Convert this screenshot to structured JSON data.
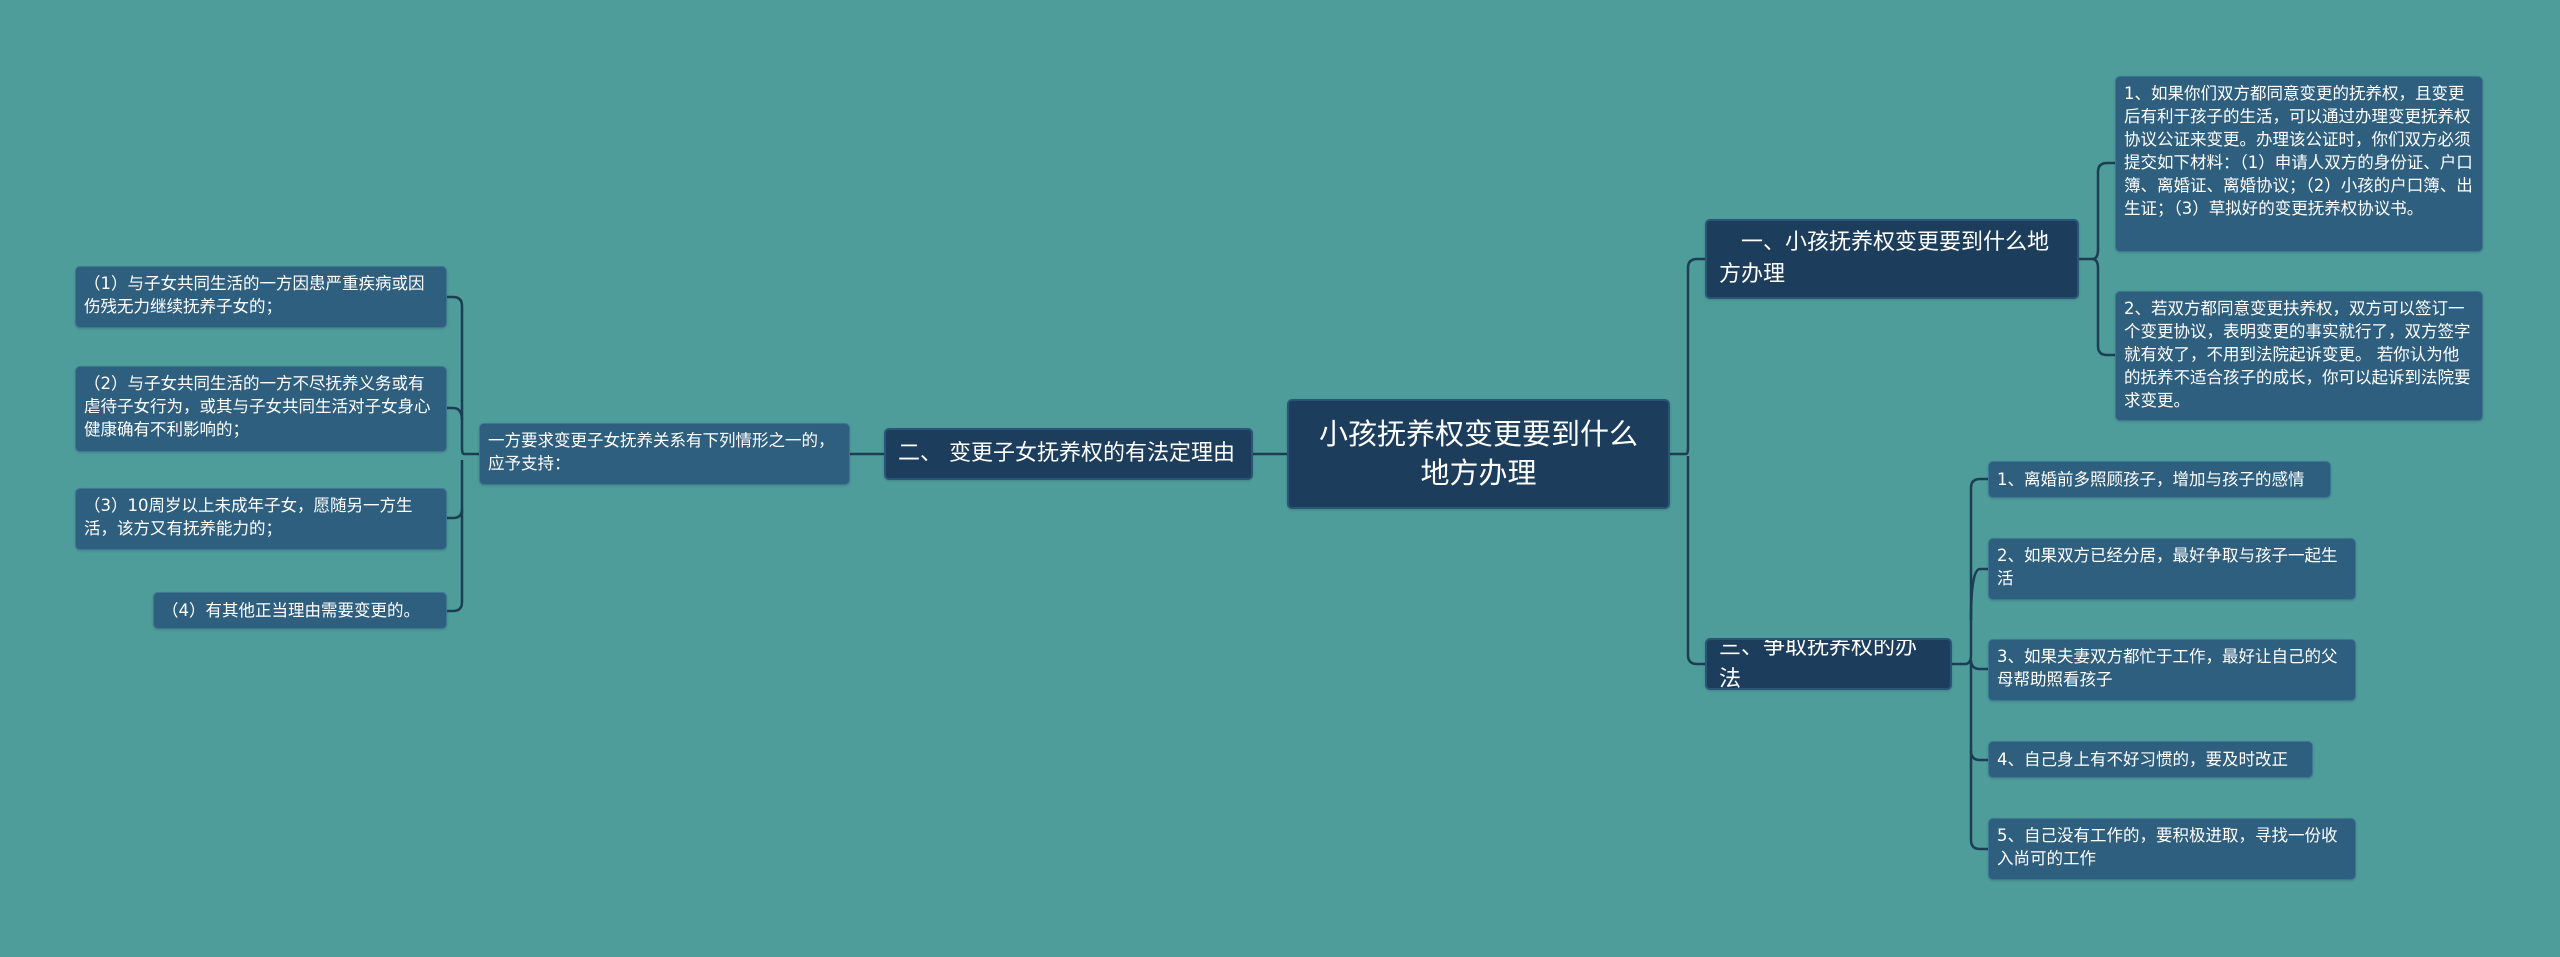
{
  "root": {
    "label": "小孩抚养权变更要到什么地方办理"
  },
  "branches": [
    {
      "label": "　一、小孩抚养权变更要到什么地方办理",
      "children": [
        "1、如果你们双方都同意变更的抚养权，且变更后有利于孩子的生活，可以通过办理变更抚养权协议公证来变更。办理该公证时，你们双方必须提交如下材料：（1）申请人双方的身份证、户口簿、离婚证、离婚协议；（2）小孩的户口簿、出生证；（3）草拟好的变更抚养权协议书。",
        "2、若双方都同意变更扶养权，双方可以签订一个变更协议，表明变更的事实就行了，双方签字就有效了，不用到法院起诉变更。 若你认为他的抚养不适合孩子的成长，你可以起诉到法院要求变更。"
      ]
    },
    {
      "label": "三、争取抚养权的办法",
      "children": [
        "1、离婚前多照顾孩子，增加与孩子的感情",
        "2、如果双方已经分居，最好争取与孩子一起生活",
        "3、如果夫妻双方都忙于工作，最好让自己的父母帮助照看孩子",
        "4、自己身上有不好习惯的，要及时改正",
        "5、自己没有工作的，要积极进取，寻找一份收入尚可的工作"
      ]
    },
    {
      "label": "二、 变更子女抚养权的有法定理由",
      "middle": "一方要求变更子女抚养关系有下列情形之一的，应予支持：",
      "children": [
        "（1）与子女共同生活的一方因患严重疾病或因伤残无力继续抚养子女的；",
        "（2）与子女共同生活的一方不尽抚养义务或有虐待子女行为，或其与子女共同生活对子女身心健康确有不利影响的；",
        "（3）10周岁以上未成年子女，愿随另一方生活，该方又有抚养能力的；",
        "（4）有其他正当理由需要变更的。"
      ]
    }
  ],
  "colors": {
    "background": "#4e9d9b",
    "main_node": "#1c3d5c",
    "leaf_node": "#2f5f7f",
    "connector": "#1d3d55",
    "text": "#ffffff"
  }
}
